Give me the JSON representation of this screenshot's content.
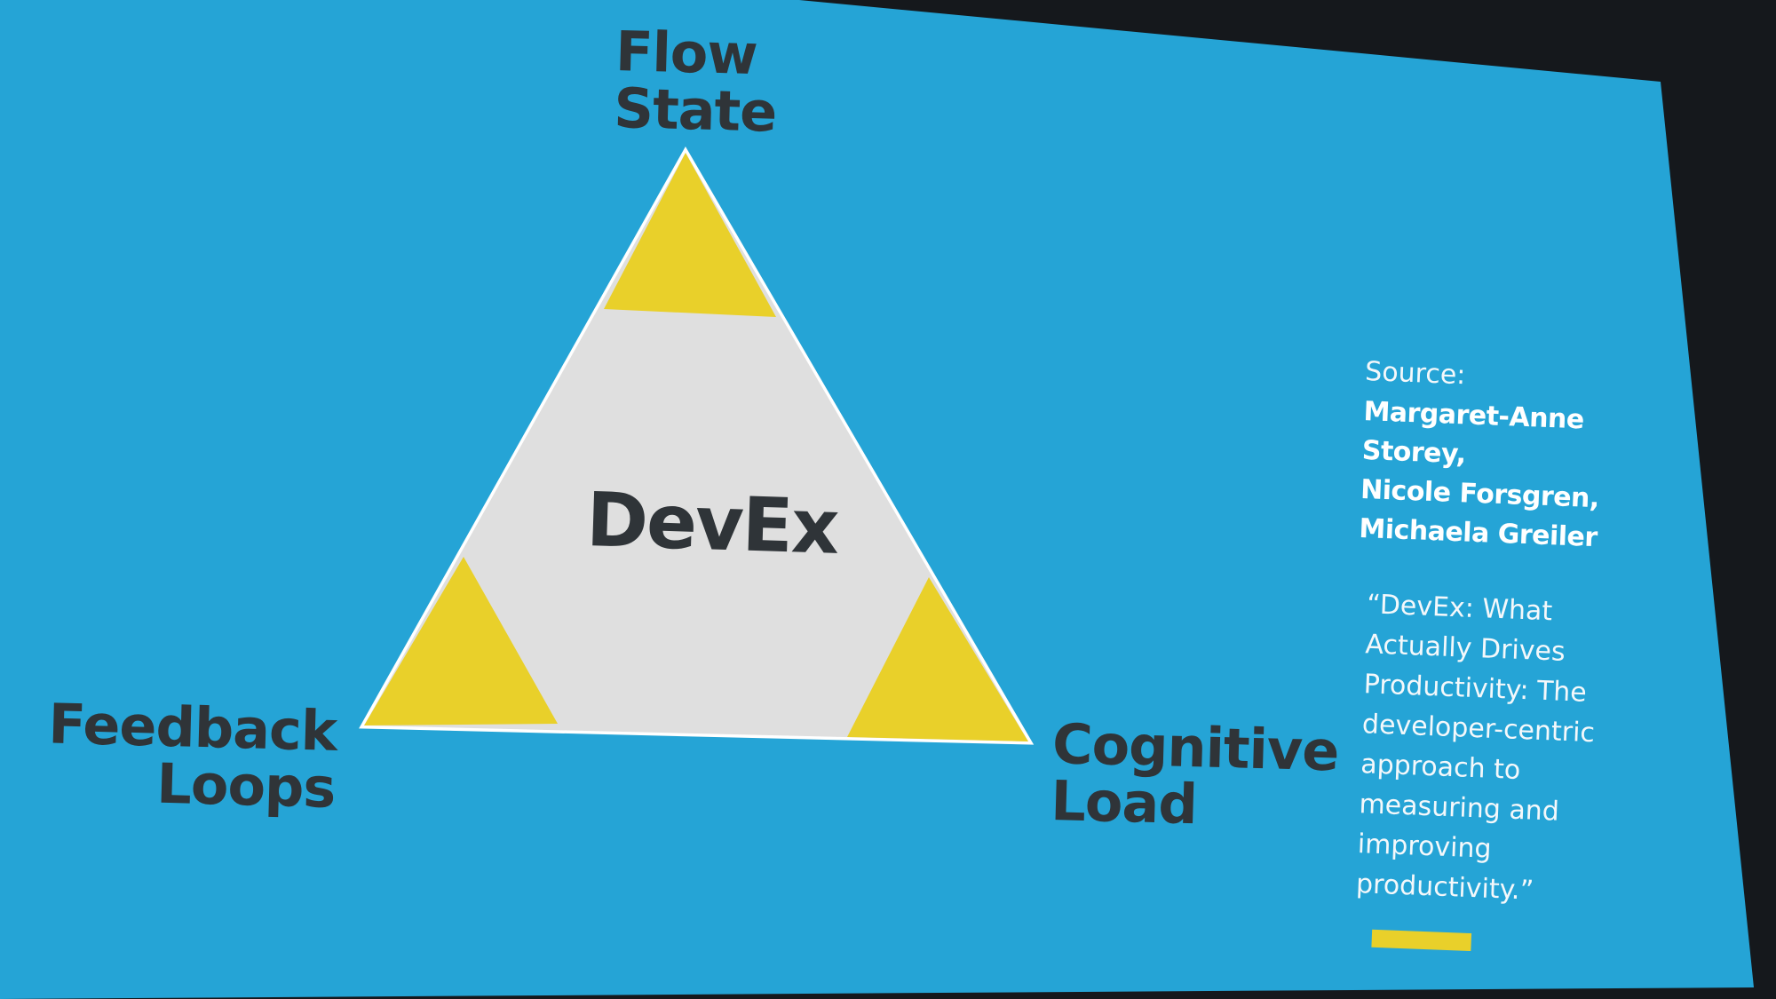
{
  "slide": {
    "background_color": "#25a4d6",
    "screen_border_color": "#15181c",
    "accent_color": "#e9d02a",
    "triangle_fill_color": "#dfdfdf",
    "text_color": "#2f3438"
  },
  "diagram": {
    "center_label": "DevEx",
    "vertices": {
      "top": [
        "Flow",
        "State"
      ],
      "bottom_left": [
        "Feedback",
        "Loops"
      ],
      "bottom_right": [
        "Cognitive",
        "Load"
      ]
    }
  },
  "source": {
    "heading": "Source:",
    "authors": [
      "Margaret-Anne Storey,",
      "Nicole Forsgren,",
      "Michaela Greiler"
    ],
    "quote": "“DevEx: What Actually Drives Productivity: The developer-centric approach to measuring and improving productivity.”"
  }
}
